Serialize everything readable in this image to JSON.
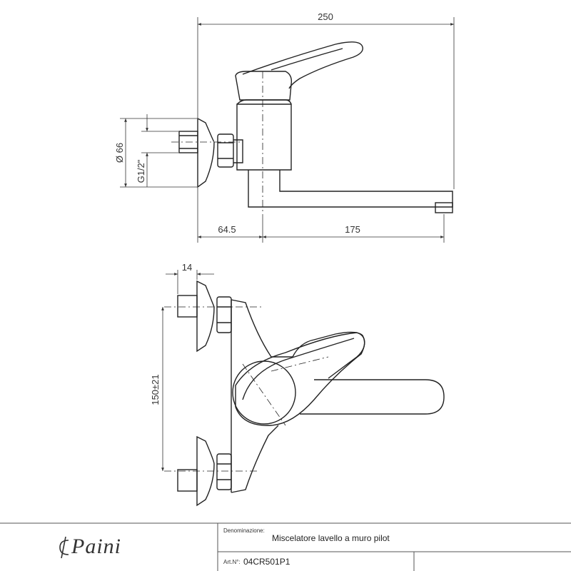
{
  "dimensions": {
    "overall_length": "250",
    "wall_offset": "64.5",
    "spout_reach": "175",
    "flange_diameter": "Ø 66",
    "thread": "G1/2\"",
    "connector_depth": "14",
    "center_distance": "150±21"
  },
  "title_block": {
    "brand": "Paini",
    "denominazione_label": "Denominazione:",
    "denominazione_value": "Miscelatore lavello a muro pilot",
    "art_label": "Art.N°:",
    "art_value": "04CR501P1"
  },
  "colors": {
    "line": "#222222",
    "dim_line": "#333333",
    "border": "#555555"
  },
  "icons": {
    "brand_mark": "paini-logo-icon"
  }
}
